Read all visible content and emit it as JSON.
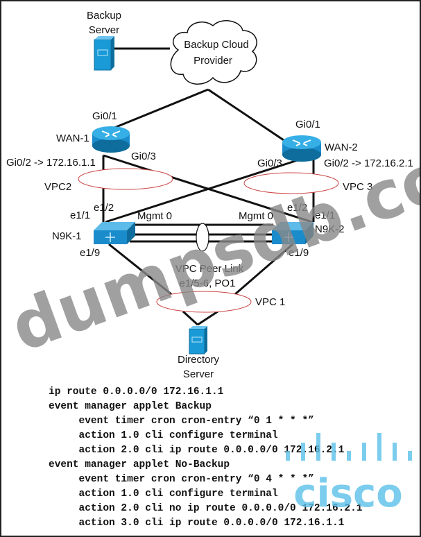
{
  "nodes": {
    "backup_server": [
      "Backup",
      "Server"
    ],
    "cloud": [
      "Backup Cloud",
      "Provider"
    ],
    "wan1": "WAN-1",
    "wan2": "WAN-2",
    "n9k1": "N9K-1",
    "n9k2": "N9K-2",
    "directory_server": [
      "Directory",
      "Server"
    ]
  },
  "interfaces": {
    "wan1_gi01": "Gi0/1",
    "wan1_gi03": "Gi0/3",
    "wan1_gi02": "Gi0/2 -> 172.16.1.1",
    "wan2_gi01": "Gi0/1",
    "wan2_gi03": "Gi0/3",
    "wan2_gi02": "Gi0/2 -> 172.16.2.1",
    "n9k1_e11": "e1/1",
    "n9k1_e12": "e1/2",
    "n9k1_mgmt": "Mgmt 0",
    "n9k1_e19": "e1/9",
    "n9k2_e11": "e1/1",
    "n9k2_e12": "e1/2",
    "n9k2_mgmt": "Mgmt 0",
    "n9k2_e19": "e1/9"
  },
  "vpcs": {
    "vpc2": "VPC2",
    "vpc3": "VPC 3",
    "vpc1": "VPC 1",
    "peer_link": [
      "VPC Peer Link",
      "e1/5-6, PO1"
    ]
  },
  "config_lines": [
    "ip route 0.0.0.0/0 172.16.1.1",
    "event manager applet Backup",
    "     event timer cron cron-entry “0 1 * * *”",
    "     action 1.0 cli configure terminal",
    "     action 2.0 cli ip route 0.0.0.0/0 172.16.2.1",
    "event manager applet No-Backup",
    "     event timer cron cron-entry “0 4 * * *”",
    "     action 1.0 cli configure terminal",
    "     action 2.0 cli no ip route 0.0.0.0/0 172.16.2.1",
    "     action 3.0 cli ip route 0.0.0.0/0 172.16.1.1"
  ],
  "watermark": "dumpsdb.com",
  "logo": "cisco",
  "colors": {
    "device": "#1a9ad6",
    "vpc_outline": "#cc4444",
    "logo": "#5bc0e8"
  }
}
